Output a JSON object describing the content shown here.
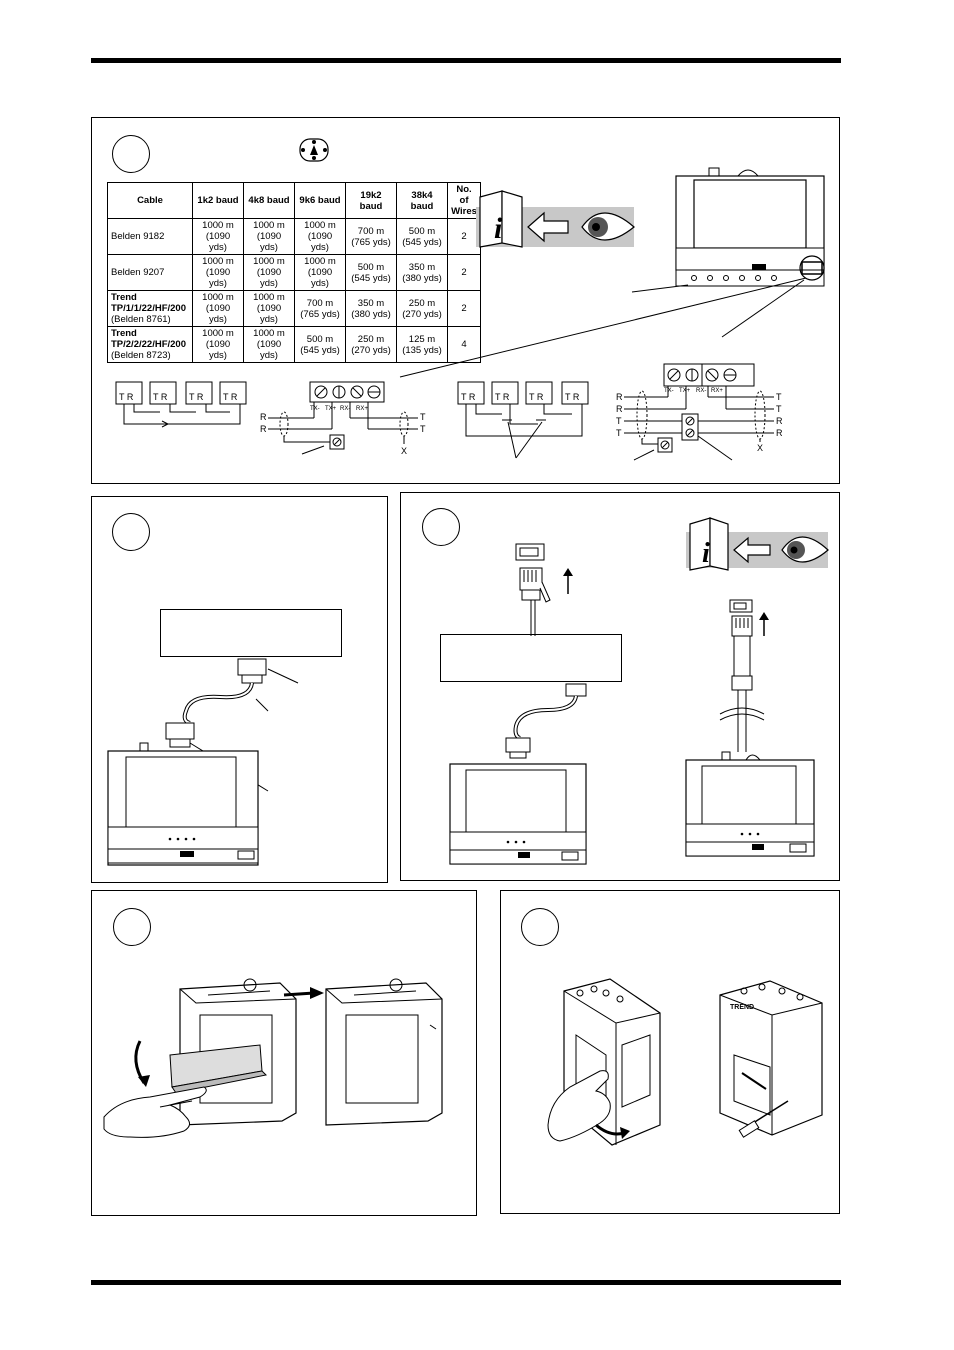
{
  "table": {
    "headers": [
      "Cable",
      "1k2 baud",
      "4k8 baud",
      "9k6 baud",
      "19k2 baud",
      "38k4 baud",
      "No. of Wires"
    ],
    "rows": [
      {
        "cable": "Belden 9182",
        "cable_sub": "",
        "v1": [
          "1000 m",
          "(1090 yds)"
        ],
        "v2": [
          "1000 m",
          "(1090 yds)"
        ],
        "v3": [
          "1000 m",
          "(1090 yds)"
        ],
        "v4": [
          "700 m",
          "(765 yds)"
        ],
        "v5": [
          "500 m",
          "(545 yds)"
        ],
        "wires": "2"
      },
      {
        "cable": "Belden 9207",
        "cable_sub": "",
        "v1": [
          "1000 m",
          "(1090 yds)"
        ],
        "v2": [
          "1000 m",
          "(1090 yds)"
        ],
        "v3": [
          "1000 m",
          "(1090 yds)"
        ],
        "v4": [
          "500 m",
          "(545 yds)"
        ],
        "v5": [
          "350 m",
          "(380 yds)"
        ],
        "wires": "2"
      },
      {
        "cable": "Trend TP/1/1/22/HF/200",
        "cable_sub": "(Belden 8761)",
        "v1": [
          "1000 m",
          "(1090 yds)"
        ],
        "v2": [
          "1000 m",
          "(1090 yds)"
        ],
        "v3": [
          "700 m",
          "(765 yds)"
        ],
        "v4": [
          "350 m",
          "(380 yds)"
        ],
        "v5": [
          "250 m",
          "(270 yds)"
        ],
        "wires": "2"
      },
      {
        "cable": "Trend TP/2/2/22/HF/200",
        "cable_sub": "(Belden 8723)",
        "v1": [
          "1000 m",
          "(1090 yds)"
        ],
        "v2": [
          "1000 m",
          "(1090 yds)"
        ],
        "v3": [
          "500 m",
          "(545 yds)"
        ],
        "v4": [
          "250 m",
          "(270 yds)"
        ],
        "v5": [
          "125 m",
          "(135 yds)"
        ],
        "wires": "4"
      }
    ]
  },
  "diagram_labels": {
    "tr": "T R",
    "t": "T",
    "r": "R",
    "x": "X",
    "tx_minus": "TX-",
    "tx_plus": "TX+",
    "rx_minus": "RX-",
    "rx_plus": "RX+",
    "brand": "TREND"
  }
}
